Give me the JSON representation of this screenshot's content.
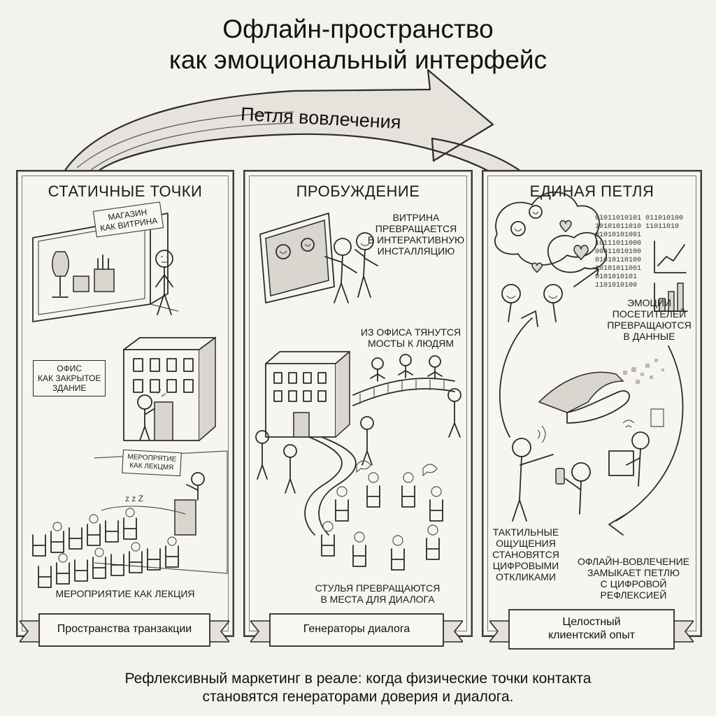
{
  "title": {
    "line1": "Офлайн-пространство",
    "line2": "как эмоциональный интерфейс"
  },
  "loop_label": "Петля вовлечения",
  "panels": [
    {
      "title": "СТАТИЧНЫЕ ТОЧКИ",
      "box_store": [
        "МАГАЗИН",
        "КАК ВИТРИНА"
      ],
      "box_office": [
        "ОФИС",
        "КАК ЗАКРЫТОЕ",
        "ЗДАНИЕ"
      ],
      "box_event": [
        "МЕРОПРЯТИЕ",
        "КАК ЛЕКЦМЯ"
      ],
      "caption": "МЕРОПРИЯТИЕ КАК ЛЕКЦИЯ",
      "ribbon": [
        "Пространства транзакции"
      ]
    },
    {
      "title": "ПРОБУЖДЕНИЕ",
      "caption_showcase": [
        "ВИТРИНА",
        "ПРЕВРАЩАЕТСЯ",
        "В ИНТЕРАКТИВНУЮ",
        "ИНСТАЛЛЯЦИЮ"
      ],
      "caption_office": [
        "ИЗ ОФИСА ТЯНУТСЯ",
        "МОСТЫ К ЛЮДЯМ"
      ],
      "caption_chairs": [
        "СТУЛЬЯ ПРЕВРАЩАЮТСЯ",
        "В МЕСТА ДЛЯ ДИАЛОГА"
      ],
      "ribbon": [
        "Генераторы диалога"
      ]
    },
    {
      "title": "ЕДИНАЯ ПЕТЛЯ",
      "binary": [
        "01011010101 011010100",
        "10101011010 11011010",
        "01010101001",
        "10111011000",
        "00011010100",
        "01010110100",
        "10101011001",
        "0101010101",
        "1101010100"
      ],
      "caption_emotions": [
        "ЭМОЦИИ",
        "ПОСЕТИТЕЛЕЙ",
        "ПРЕВРАЩАЮТСЯ",
        "В ДАННЫЕ"
      ],
      "caption_tactile": [
        "ТАКТИЛЬНЫЕ",
        "ОЩУЩЕНИЯ",
        "СТАНОВЯТСЯ",
        "ЦИФРОВЫМИ",
        "ОТКЛИКАМИ"
      ],
      "caption_offline": [
        "ОФЛАЙН-ВОВЛЕЧЕНИЕ",
        "ЗАМЫКАЕТ ПЕТЛЮ",
        "С ЦИФРОВОЙ",
        "РЕФЛЕКСИЕЙ"
      ],
      "ribbon": [
        "Целостный",
        "клиентский опыт"
      ]
    }
  ],
  "footer": {
    "line1": "Рефлексивный маркетинг в реале: когда физические точки контакта",
    "line2": "становятся генераторами доверия и диалога."
  }
}
